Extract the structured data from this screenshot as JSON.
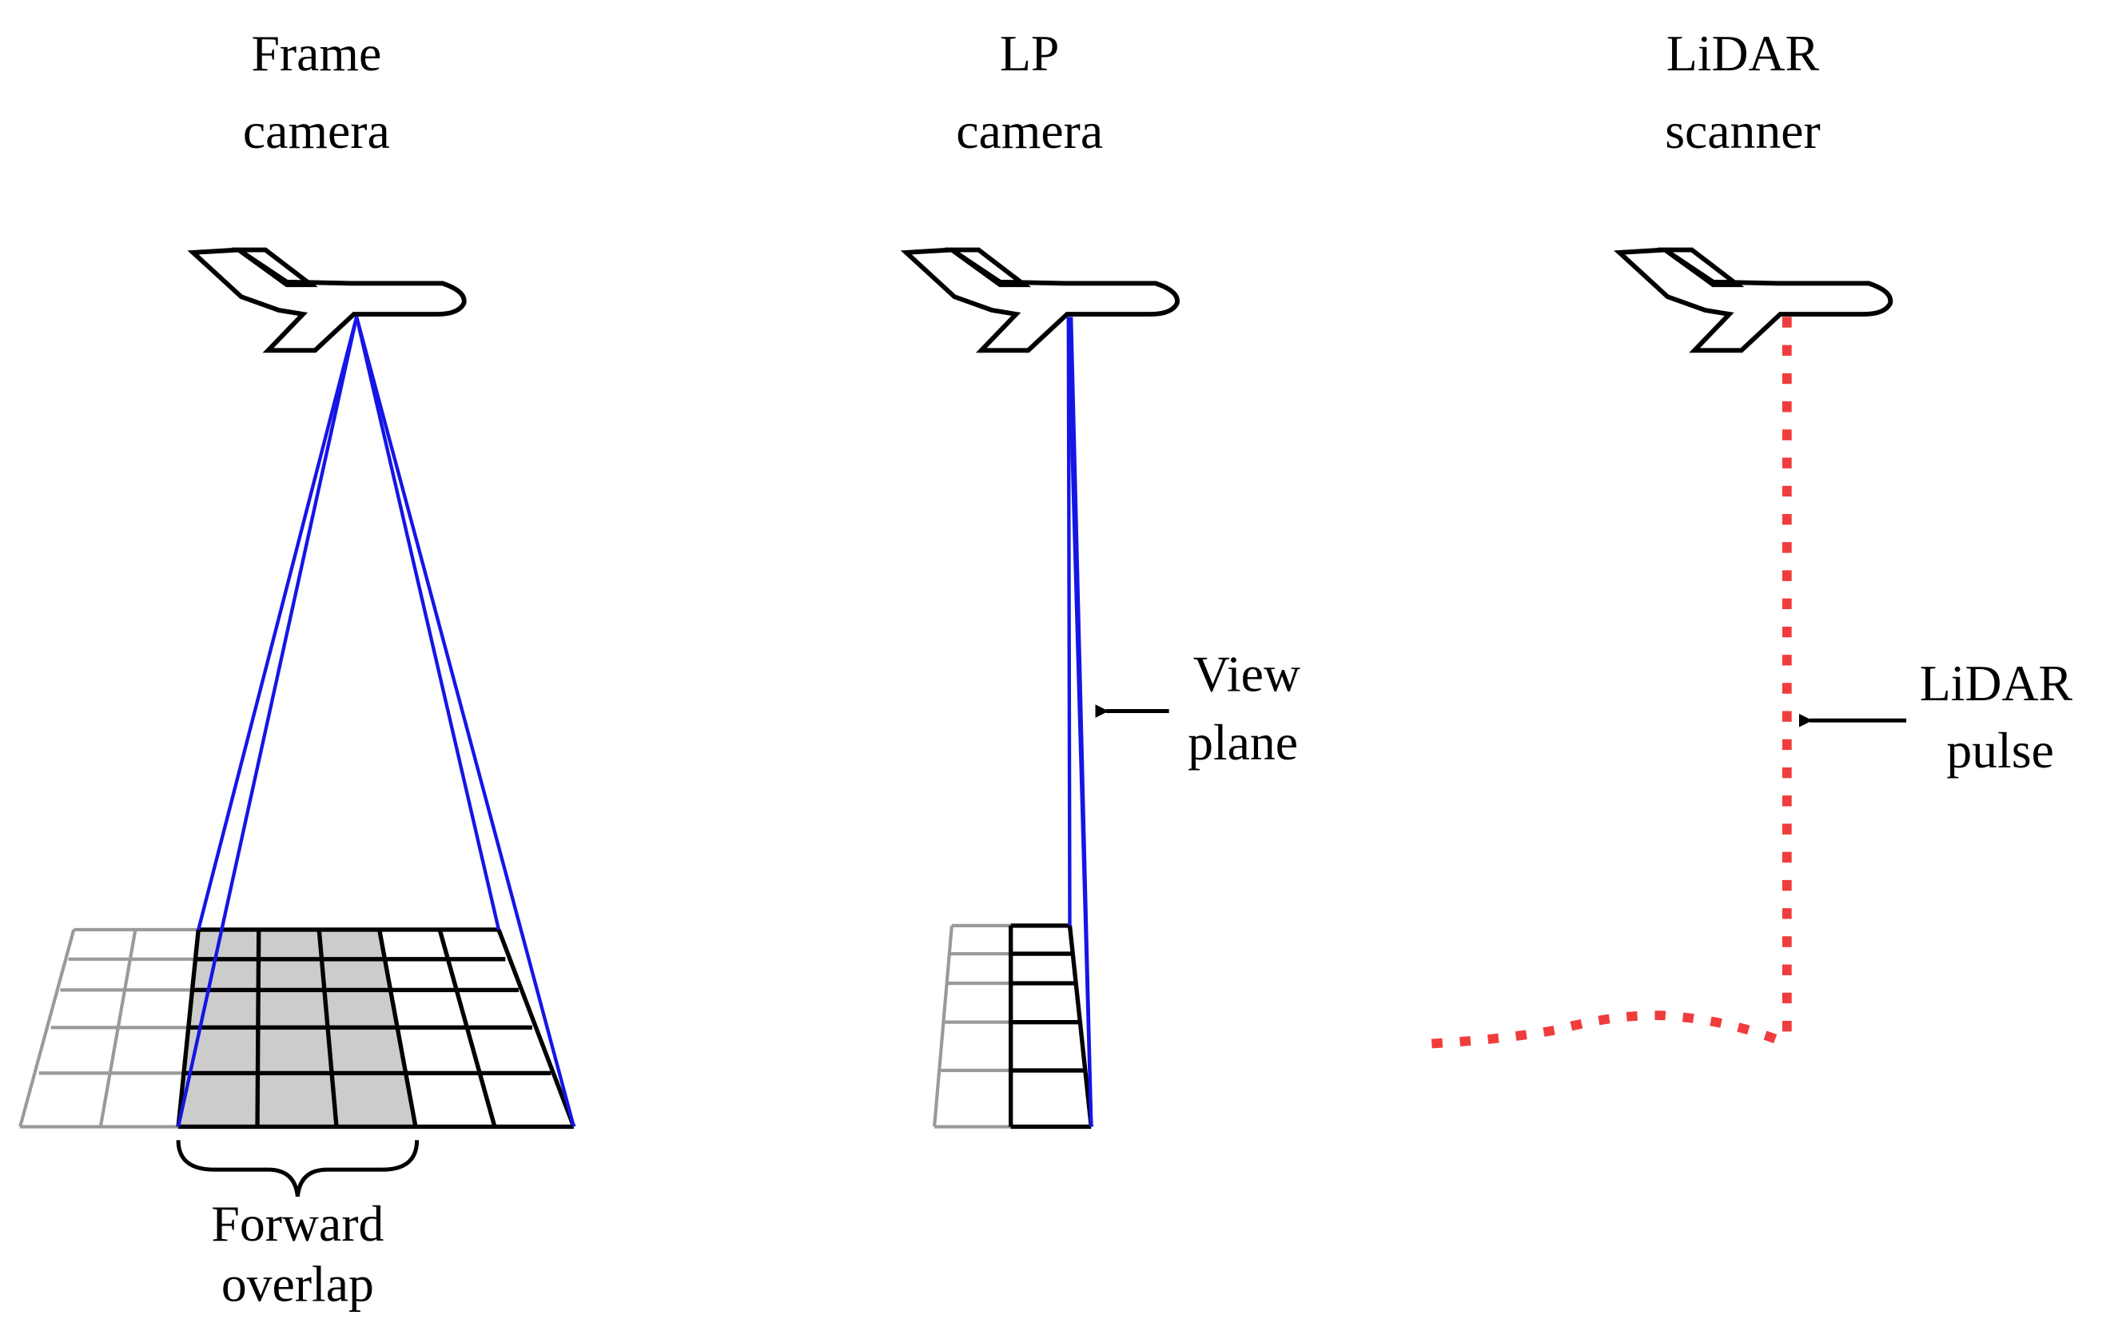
{
  "panels": {
    "frame": {
      "title_line1": "Frame",
      "title_line2": "camera"
    },
    "lp": {
      "title_line1": "LP",
      "title_line2": "camera"
    },
    "lidar": {
      "title_line1": "LiDAR",
      "title_line2": "scanner"
    }
  },
  "annotations": {
    "forward_overlap": {
      "line1": "Forward",
      "line2": "overlap"
    },
    "view_plane": {
      "line1": "View",
      "line2": "plane"
    },
    "lidar_pulse": {
      "line1": "LiDAR",
      "line2": "pulse"
    }
  },
  "colors": {
    "ray": "#1515e6",
    "pulse": "#f03c3c",
    "overlap_fill": "#cccccc",
    "grid_gray": "#9a9a9a"
  }
}
